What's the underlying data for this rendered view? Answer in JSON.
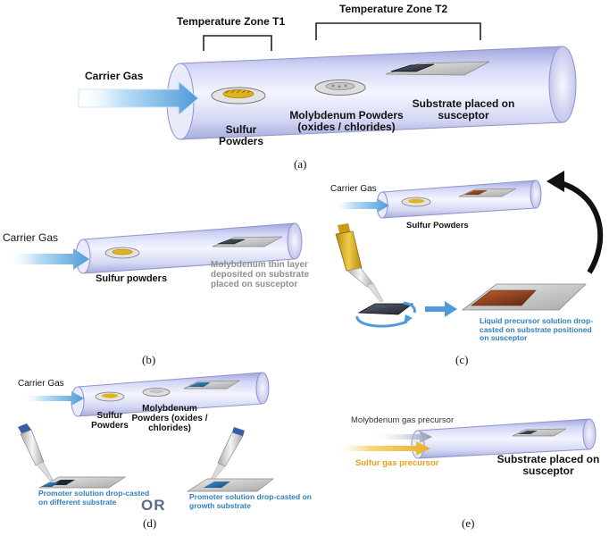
{
  "panel_a": {
    "zone_t1": "Temperature Zone T1",
    "zone_t2": "Temperature Zone T2",
    "carrier_gas": "Carrier Gas",
    "sulfur": "Sulfur\nPowders",
    "molybdenum": "Molybdenum Powders\n(oxides / chlorides)",
    "substrate": "Substrate placed on\nsusceptor",
    "caption": "(a)"
  },
  "panel_b": {
    "carrier_gas": "Carrier Gas",
    "sulfur": "Sulfur powders",
    "mo_layer": "Molybdenum thin layer\ndeposited on substrate\nplaced on susceptor",
    "caption": "(b)"
  },
  "panel_c": {
    "carrier_gas": "Carrier Gas",
    "sulfur": "Sulfur Powders",
    "liquid": "Liquid precursor solution drop-\ncasted on substrate positioned\non susceptor",
    "caption": "(c)"
  },
  "panel_d": {
    "carrier_gas": "Carrier Gas",
    "sulfur": "Sulfur\nPowders",
    "molybdenum": "Molybdenum\nPowders (oxides /\nchlorides)",
    "promoter_diff": "Promoter solution drop-casted\non different substrate",
    "or_text": "OR",
    "promoter_growth": "Promoter solution drop-casted on\ngrowth substrate",
    "caption": "(d)"
  },
  "panel_e": {
    "mo_gas": "Molybdenum gas precursor",
    "s_gas": "Sulfur gas precursor",
    "substrate": "Substrate placed on\nsusceptor",
    "caption": "(e)"
  },
  "colors": {
    "tube": "#d4d8f4",
    "sulfur": "#e0b21c",
    "arrow_blue": "#4f9bd8",
    "promoter": "#1f7fc4",
    "sulfur_gas": "#eab126",
    "mo_gas": "#5b6c8a"
  }
}
